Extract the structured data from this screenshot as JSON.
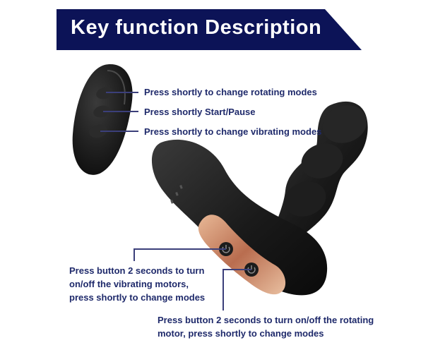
{
  "header": {
    "title": "Key function Description"
  },
  "remote": {
    "button_top": "Press shortly to change rotating modes",
    "button_middle": "Press shortly Start/Pause",
    "button_bottom": "Press shortly to change vibrating modes"
  },
  "device": {
    "vibration_button": {
      "line1": "Press button 2 seconds to turn",
      "line2": "on/off the vibrating motors,",
      "line3": "press shortly to change modes"
    },
    "rotation_button": {
      "line1": "Press button 2 seconds to turn on/off the rotating",
      "line2": "motor, press shortly to change modes"
    }
  },
  "colors": {
    "banner": "#0c1357",
    "label_text": "#1f2a6b",
    "device_body": "#1c1c1c",
    "accent": "#c98a6a"
  },
  "icons": [
    "remote-control-image",
    "device-image",
    "power-icon"
  ]
}
